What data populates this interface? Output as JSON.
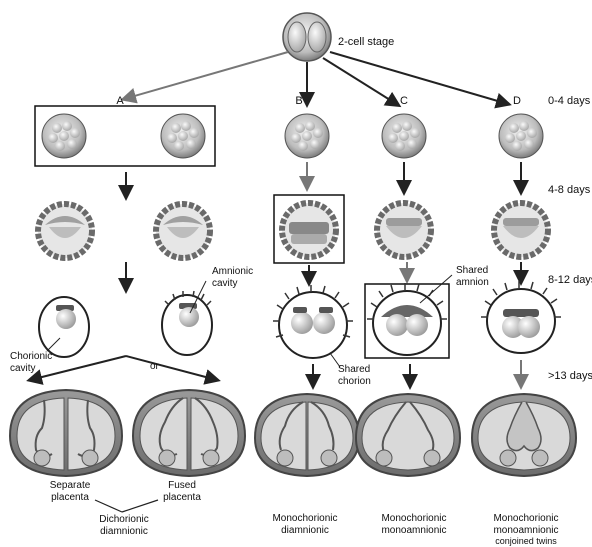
{
  "title_stage": "2-cell stage",
  "pathways": {
    "a": "A",
    "b": "B",
    "c": "C",
    "d": "D"
  },
  "timeline": {
    "t1": "0-4 days",
    "t2": "4-8 days",
    "t3": "8-12 days",
    "t4": ">13 days"
  },
  "annotations": {
    "amnionic_cavity_1": "Amnionic",
    "amnionic_cavity_2": "cavity",
    "chorionic_cavity_1": "Chorionic",
    "chorionic_cavity_2": "cavity",
    "or": "or",
    "shared_amnion_1": "Shared",
    "shared_amnion_2": "amnion",
    "shared_chorion_1": "Shared",
    "shared_chorion_2": "chorion"
  },
  "placenta": {
    "separate_1": "Separate",
    "separate_2": "placenta",
    "fused_1": "Fused",
    "fused_2": "placenta"
  },
  "outcomes": {
    "dd_1": "Dichorionic",
    "dd_2": "diamnionic",
    "md_1": "Monochorionic",
    "md_2": "diamnionic",
    "mm_1": "Monochorionic",
    "mm_2": "monoamnionic",
    "cj_1": "Monochorionic",
    "cj_2": "monoamnionic",
    "cj_3": "conjoined twins"
  },
  "colors": {
    "shell": "#7a7a7a",
    "fill": "#cfcfcf",
    "dark": "#444444",
    "line": "#222222"
  }
}
